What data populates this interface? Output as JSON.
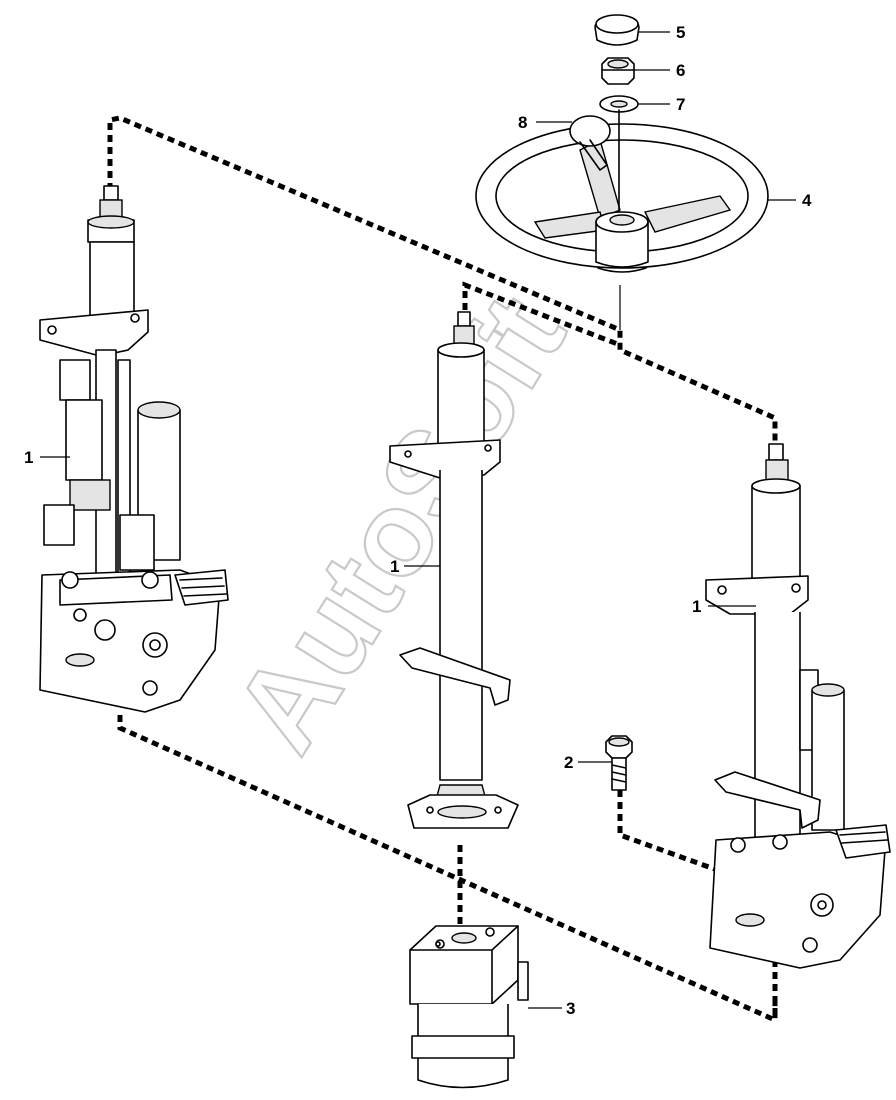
{
  "watermark": "AutoSoft",
  "callouts": [
    {
      "id": "c1a",
      "label": "1"
    },
    {
      "id": "c1b",
      "label": "1"
    },
    {
      "id": "c1c",
      "label": "1"
    },
    {
      "id": "c2",
      "label": "2"
    },
    {
      "id": "c3",
      "label": "3"
    },
    {
      "id": "c4",
      "label": "4"
    },
    {
      "id": "c5",
      "label": "5"
    },
    {
      "id": "c6",
      "label": "6"
    },
    {
      "id": "c7",
      "label": "7"
    },
    {
      "id": "c8",
      "label": "8"
    }
  ]
}
